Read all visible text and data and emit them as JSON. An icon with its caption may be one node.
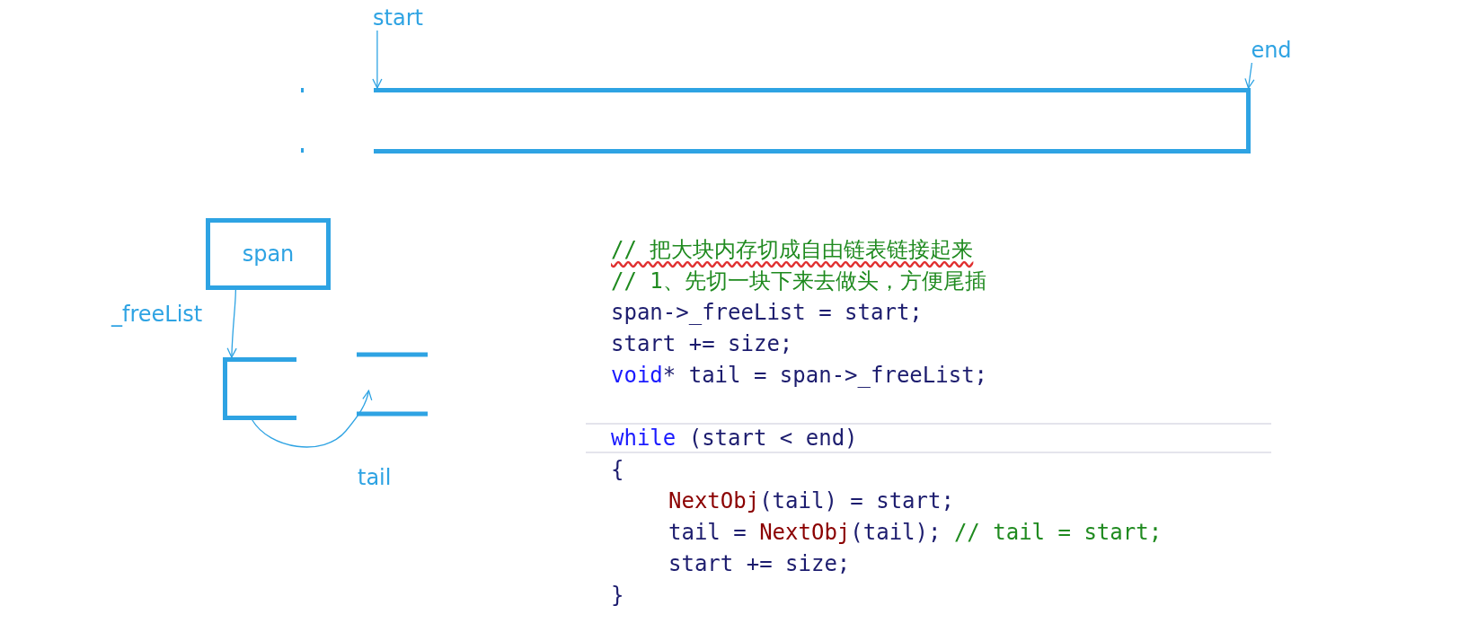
{
  "diagram": {
    "nodes": [
      {
        "text": [
          "start"
        ]
      },
      {
        "text": [],
        "shape": "box"
      },
      {
        "text": [
          "end"
        ]
      },
      {
        "text": [
          "span"
        ]
      },
      {
        "text": [],
        "shape": "box"
      },
      {
        "text": [],
        "shape": "box"
      }
    ],
    "edges": [
      {
        "from": 0,
        "to": 1,
        "arrow": "to"
      },
      {
        "from": 2,
        "to": 1,
        "arrow": "to"
      },
      {
        "from": 3,
        "to": 4,
        "arrow": "to",
        "label": "_freeList"
      },
      {
        "from": 4,
        "to": 5,
        "arrow": "to",
        "label": "tail"
      }
    ],
    "labels": [
      "// 把大块内存切成自由链表链接起来",
      "// 1、先切一块下来去做头，方便尾插",
      "span->_freeList = start;",
      "start += size;",
      "void* tail = span->_freeList;",
      "while (start < end)",
      "{",
      "NextObj(tail) = start;",
      "tail = NextObj(tail); // tail = start;",
      "start += size;",
      "}"
    ]
  }
}
